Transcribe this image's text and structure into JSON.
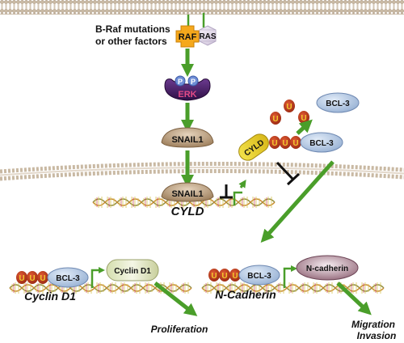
{
  "upstream": {
    "line1": "B-Raf mutations",
    "line2": "or other factors",
    "raf": "RAF",
    "ras": "RAS"
  },
  "erk": {
    "label": "ERK",
    "phospho": "P"
  },
  "snail1_label": "SNAIL1",
  "cyld_protein": "CYLD",
  "ubiquitin_label": "U",
  "bcl3_label": "BCL-3",
  "genes": {
    "cyld": "CYLD",
    "cyclin_d1": "Cyclin D1",
    "n_cadherin": "N-Cadherin"
  },
  "proteins": {
    "cyclin_d1": "Cyclin D1",
    "n_cadherin": "N-cadherin"
  },
  "outcomes": {
    "proliferation": "Proliferation",
    "migration": "Migration",
    "invasion": "Invasion"
  },
  "colors": {
    "arrow_green": "#4a9e2a",
    "inhibit": "#111111",
    "raf_orange": "#f5a81c",
    "ubiquitin_red": "#c0361c",
    "ubiquitin_letter": "#f2c72e",
    "bcl3_blue": "#b7cce8",
    "membrane": "#c9b9a3",
    "erk_purple": "#4b1d6b",
    "erk_text": "#e34a86",
    "snail_tan": "#b99a77"
  }
}
